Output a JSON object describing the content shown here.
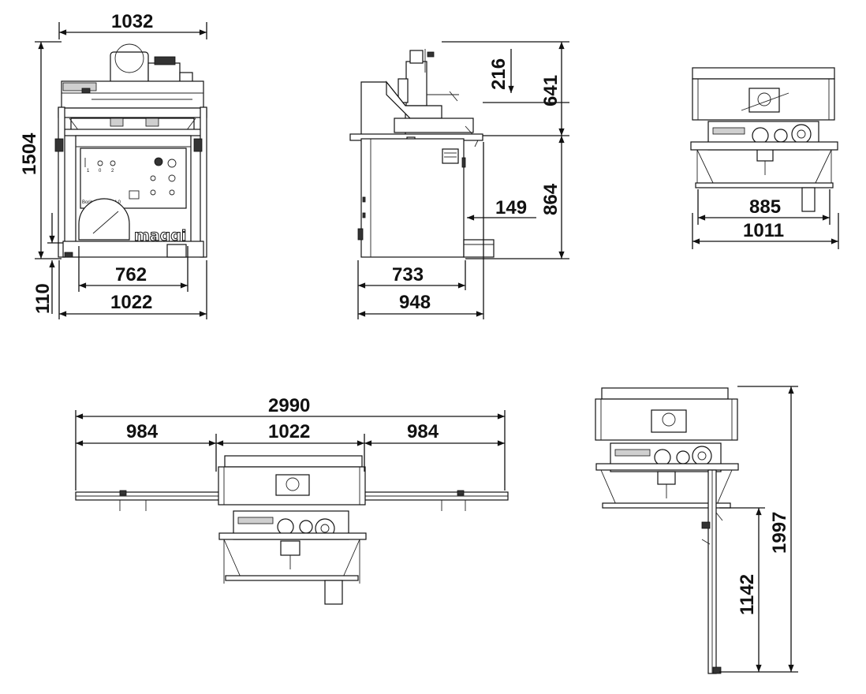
{
  "dimensions": {
    "front": {
      "width_top": "1032",
      "height": "1504",
      "foot_height": "110",
      "inner_width": "762",
      "base_width": "1022"
    },
    "side": {
      "upper_part": "216",
      "upper_total": "641",
      "lower_part": "864",
      "pedal_offset": "149",
      "inner_depth": "733",
      "total_depth": "948"
    },
    "top_view": {
      "inner_width": "885",
      "total_width": "1011"
    },
    "extended_view": {
      "total_length": "2990",
      "left_extension": "984",
      "center_width": "1022",
      "right_extension": "984"
    },
    "angled_view": {
      "total_depth": "1997",
      "extension_depth": "1142"
    }
  },
  "labels": {
    "brand": "maggi",
    "panel_caption": "Boring System 4.0",
    "switch_labels": [
      "1",
      "0",
      "2"
    ]
  },
  "colors": {
    "line": "#111111",
    "background": "#ffffff"
  }
}
